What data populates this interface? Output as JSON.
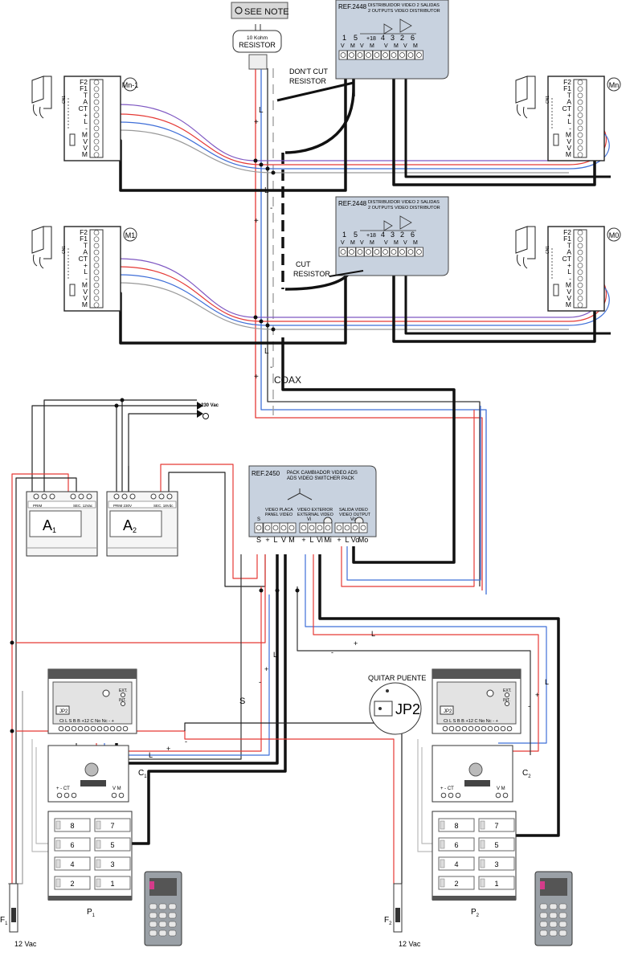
{
  "note_button": "SEE NOTE",
  "resistor": {
    "value": "10 Kohm",
    "label": "RESISTOR"
  },
  "distributor": {
    "ref": "REF.2448",
    "line1": "DISTRIBUIDOR VIDEO 2 SALIDAS",
    "line2": "2 OUTPUTS VIDEO DISTRIBUTOR",
    "term_nums": [
      "1",
      "5",
      "+18",
      "4",
      "3",
      "2",
      "6"
    ],
    "term_letters": [
      "V",
      "M",
      "V",
      "M",
      "V",
      "M",
      "V",
      "M"
    ]
  },
  "dont_cut": [
    "DON'T CUT",
    "RESISTOR"
  ],
  "cut": [
    "CUT",
    "RESISTOR"
  ],
  "monitor_terms": [
    "F2",
    "F1",
    "T",
    "A",
    "CT",
    "+",
    "L",
    "-",
    "M",
    "V",
    "V",
    "M"
  ],
  "monitor_cn": "CN1",
  "monitors": {
    "top_left": "Mn-1",
    "top_right": "Mn",
    "mid_left": "M1",
    "mid_right": "M0"
  },
  "coax": "COAX",
  "wire_labels": {
    "L": "L",
    "plus": "+",
    "minus": "-",
    "S": "S"
  },
  "power": {
    "vac": "230 Vac"
  },
  "transformers": [
    {
      "name": "A",
      "sub": "1",
      "prim": "PRIM",
      "sec": "SEC. 12Vac"
    },
    {
      "name": "A",
      "sub": "2",
      "prim": "PRIM 230V",
      "sec": "SEC. 18Vdc"
    }
  ],
  "switcher": {
    "ref": "REF.2450",
    "line1": "PACK CAMBIADOR VIDEO ADS",
    "line2": "ADS VIDEO SWITCHER PACK",
    "col1": [
      "VIDEO PLACA",
      "PANEL VIDEO"
    ],
    "col2": [
      "VIDEO EXTERIOR",
      "EXTERNAL VIDEO"
    ],
    "col3": [
      "SALIDA VIDEO",
      "VIDEO OUTPUT"
    ],
    "sub_s": "S",
    "sub_vi": "Vi",
    "sub_vo": "Vo",
    "terms": [
      "S",
      "+",
      "L",
      "V",
      "M",
      "+",
      "L",
      "Vi",
      "Mi",
      "+",
      "L",
      "Vo",
      "Mo"
    ]
  },
  "quitar_puente": "QUITAR PUENTE",
  "jp2": "JP2",
  "panel_module": {
    "ext": "EXT.",
    "int": "INT.",
    "terms": "Ct L S B B +12 C No Nc - +",
    "amp_terms": "+ - CT",
    "vm": "V M"
  },
  "door_panels": [
    {
      "label": "P",
      "sub": "1",
      "c": "C",
      "c_sub": "1",
      "lock": "F",
      "lock_sub": "1",
      "vac": "12 Vac"
    },
    {
      "label": "P",
      "sub": "2",
      "c": "C",
      "c_sub": "2",
      "lock": "F",
      "lock_sub": "2",
      "vac": "12 Vac"
    }
  ],
  "keypad": [
    [
      "8",
      "7"
    ],
    [
      "6",
      "5"
    ],
    [
      "4",
      "3"
    ],
    [
      "2",
      "1"
    ]
  ]
}
